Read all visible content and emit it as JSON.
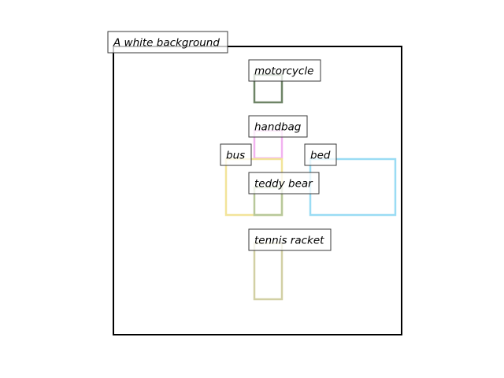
{
  "caption": "A white background",
  "objects": [
    {
      "name": "motorcycle",
      "color": "#6e8466"
    },
    {
      "name": "handbag",
      "color": "#f2b2f0"
    },
    {
      "name": "bus",
      "color": "#f2e49a"
    },
    {
      "name": "bed",
      "color": "#9adcf4"
    },
    {
      "name": "teddy bear",
      "color": "#b8c89a"
    },
    {
      "name": "tennis racket",
      "color": "#d2d0a4"
    }
  ]
}
